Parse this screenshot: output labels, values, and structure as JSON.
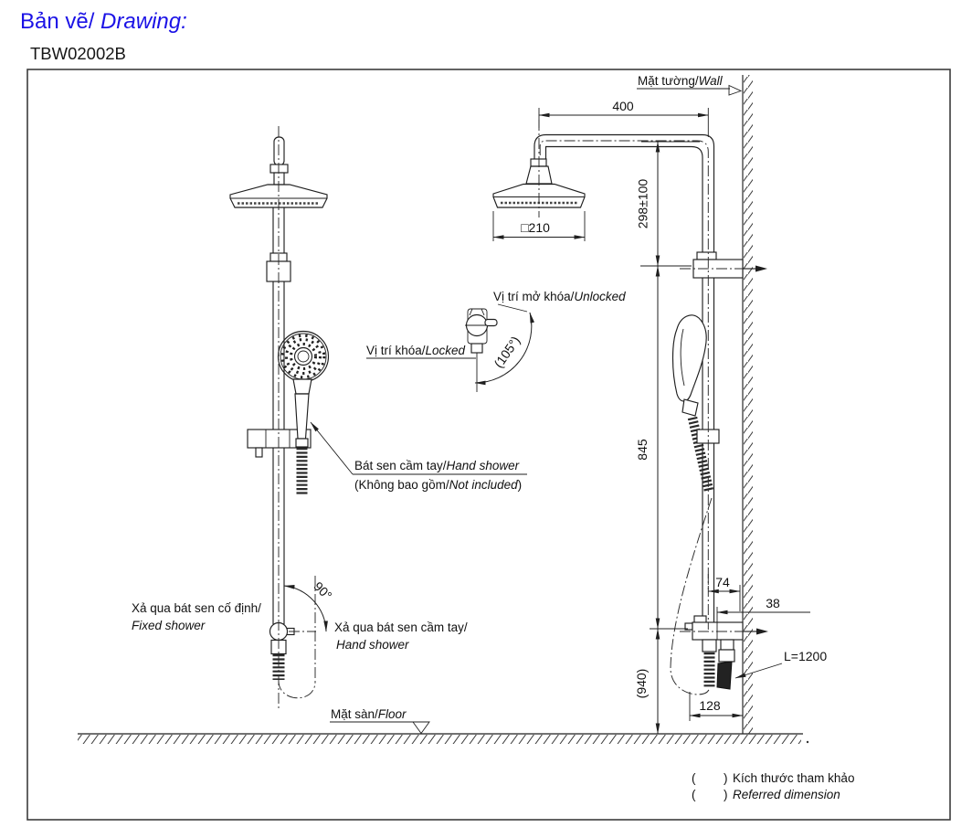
{
  "page": {
    "title_vi": "Bản vẽ/",
    "title_en": " Drawing:",
    "model": "TBW02002B"
  },
  "colors": {
    "title_blue": "#1b12e6",
    "line": "#1f1f1f"
  },
  "drawing": {
    "wall_label": {
      "vi": "Mặt tường/",
      "en": "Wall"
    },
    "floor_label": {
      "vi": "Mặt sàn/",
      "en": "Floor"
    },
    "unlocked_label": {
      "vi": "Vị trí mở khóa/",
      "en": "Unlocked"
    },
    "locked_label": {
      "vi": "Vị trí khóa/",
      "en": "Locked"
    },
    "hand_shower_label": {
      "vi": "Bát sen cầm tay/",
      "en": "Hand shower"
    },
    "not_included": {
      "open": "(Không bao gồm/",
      "en": "Not included",
      "close": ")"
    },
    "fixed_outlet": {
      "vi": "Xả qua bát sen cố định/",
      "en": "Fixed shower"
    },
    "hand_outlet": {
      "vi": "Xả qua bát sen cầm tay/",
      "en": "Hand shower"
    },
    "note": {
      "open": "(",
      "close": ")",
      "vi": "Kích thước tham khảo",
      "en": "Referred dimension"
    },
    "dims": {
      "top_offset": "400",
      "arm_height": "298±100",
      "head_size": "□210",
      "bar_length": "845",
      "hose_offset": "74",
      "outlet_offset": "38",
      "valve_height": "(940)",
      "valve_width": "128",
      "hose_length": "L=1200",
      "swivel_angle": "90°",
      "lock_angle": "(105°)"
    }
  }
}
